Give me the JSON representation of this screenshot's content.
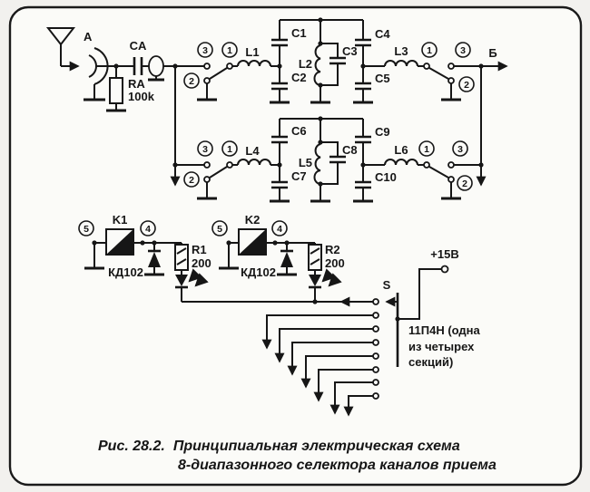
{
  "figure": {
    "caption": {
      "prefix": "Рис. 28.2.",
      "title_line1": "Принципиальная электрическая схема",
      "title_line2": "8-диапазонного селектора каналов приема"
    }
  },
  "labels": {
    "antenna": "A",
    "ca": "CA",
    "ra": "RA",
    "ra_value": "100k",
    "output": "Б",
    "power": "+15В",
    "switch": "S",
    "switch_type1": "11П4Н (одна",
    "switch_type2": "из четырех",
    "switch_type3": "секций)",
    "k1": "K1",
    "k2": "K2",
    "d1": "КД102",
    "d2": "КД102",
    "r1": "R1",
    "r1_value": "200",
    "r2": "R2",
    "r2_value": "200",
    "l1": "L1",
    "l2": "L2",
    "l3": "L3",
    "l4": "L4",
    "l5": "L5",
    "l6": "L6",
    "c1": "C1",
    "c2": "C2",
    "c3": "C3",
    "c4": "C4",
    "c5": "C5",
    "c6": "C6",
    "c7": "C7",
    "c8": "C8",
    "c9": "C9",
    "c10": "C10"
  },
  "pins": {
    "p1": "1",
    "p2": "2",
    "p3": "3",
    "p4": "4",
    "p5": "5"
  }
}
